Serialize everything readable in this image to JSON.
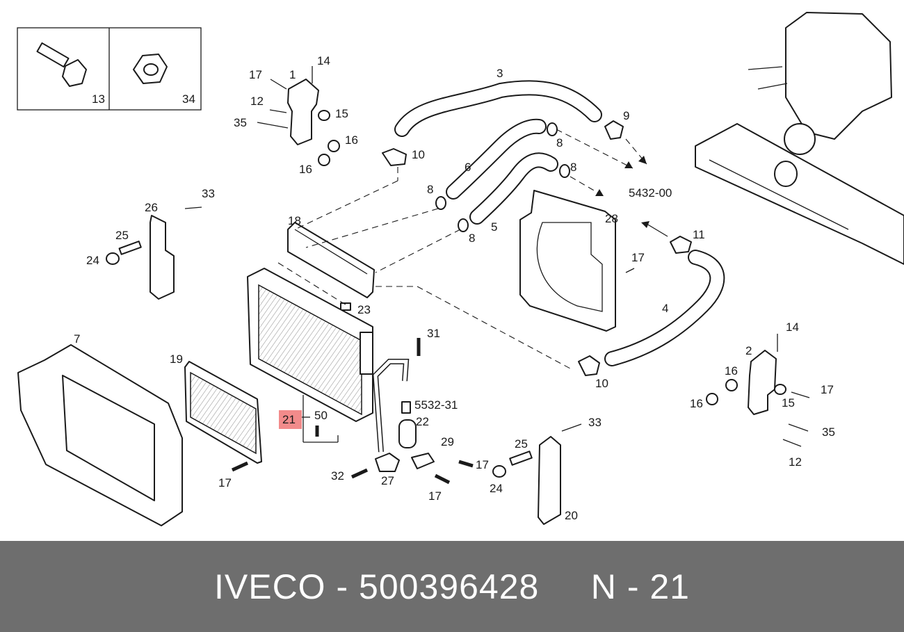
{
  "diagram": {
    "highlight_color": "#f28b8b",
    "labels": {
      "l1": "1",
      "l2": "2",
      "l3": "3",
      "l4": "4",
      "l5": "5",
      "l6": "6",
      "l7": "7",
      "l8a": "8",
      "l8b": "8",
      "l8c": "8",
      "l8d": "8",
      "l9": "9",
      "l10a": "10",
      "l10b": "10",
      "l11": "11",
      "l12a": "12",
      "l12b": "12",
      "l13": "13",
      "l14a": "14",
      "l14b": "14",
      "l15a": "15",
      "l15b": "15",
      "l16a": "16",
      "l16b": "16",
      "l16c": "16",
      "l16d": "16",
      "l17a": "17",
      "l17b": "17",
      "l17c": "17",
      "l17d": "17",
      "l17e": "17",
      "l17f": "17",
      "l18": "18",
      "l19": "19",
      "l20": "20",
      "l21": "21",
      "l22": "22",
      "l23": "23",
      "l24a": "24",
      "l24b": "24",
      "l25a": "25",
      "l25b": "25",
      "l26": "26",
      "l27": "27",
      "l28": "28",
      "l29": "29",
      "l31": "31",
      "l32": "32",
      "l33a": "33",
      "l33b": "33",
      "l34": "34",
      "l35a": "35",
      "l35b": "35",
      "l50": "50",
      "ref_5432": "5432-00",
      "ref_5532": "5532-31"
    }
  },
  "footer": {
    "brand": "IVECO",
    "separator": "-",
    "part_number": "500396428",
    "ref_prefix": "N",
    "ref_number": "21"
  }
}
